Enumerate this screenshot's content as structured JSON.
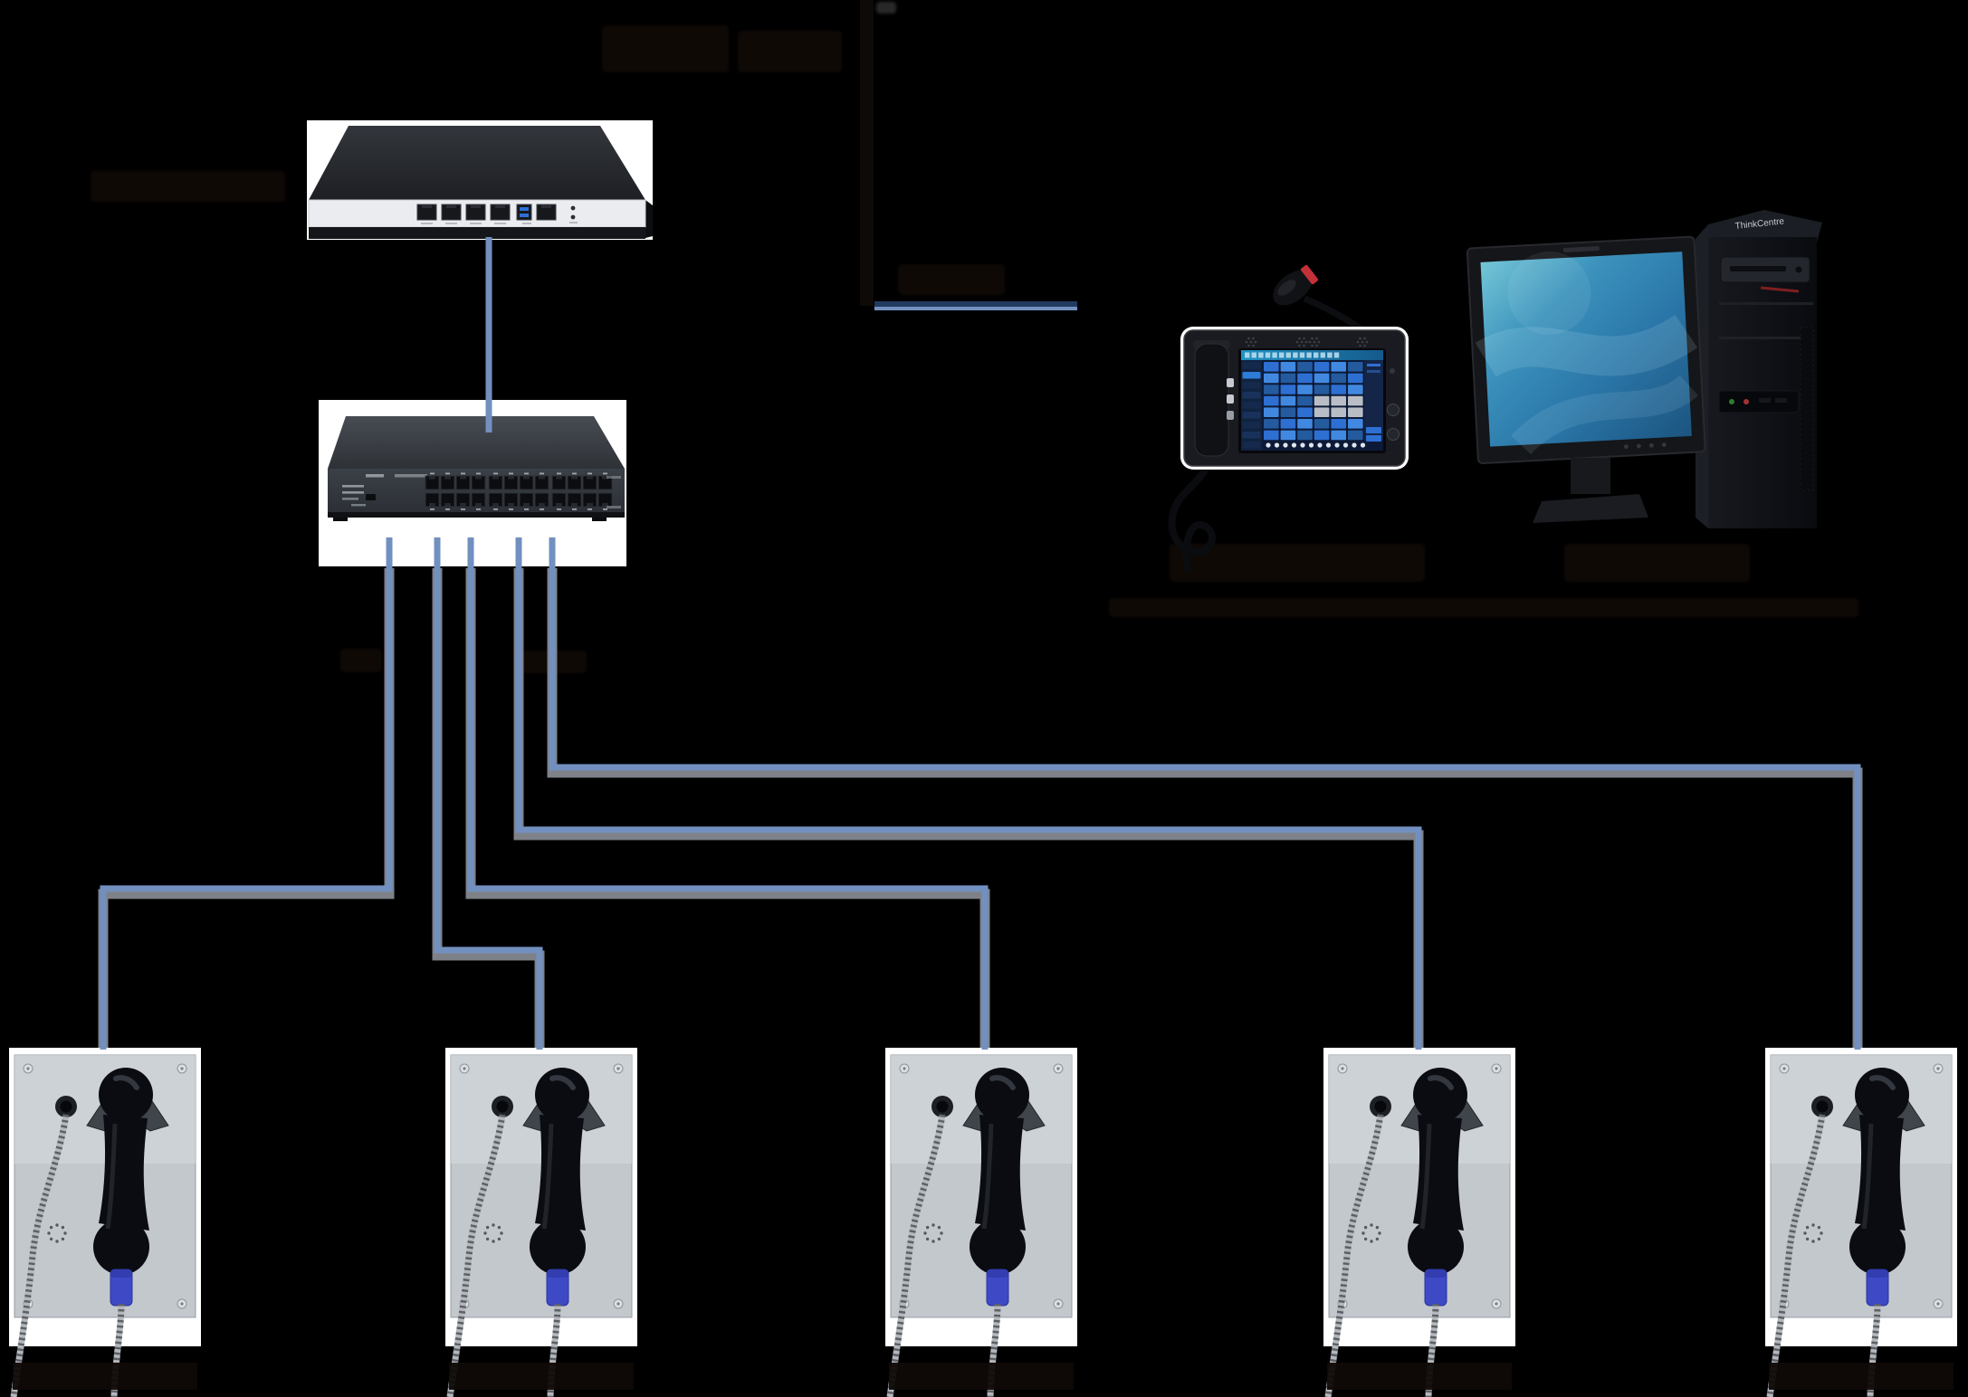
{
  "diagram": {
    "background": "#000000",
    "colors": {
      "link_blue": "#7290bf",
      "link_shadow": "#7e8288",
      "console_link_dark": "#223a60",
      "panel_white": "#ffffff",
      "steel_light": "#d6dadd",
      "steel_dark": "#b4bac0",
      "handset_black": "#0a0c11",
      "connector_blue": "#3e49c5",
      "mic_ring_red": "#c23038",
      "screen_button_blue": "#2e6fd2",
      "screen_bg_navy": "#0c1a38",
      "screen_gray_block": "#b9bec6",
      "monitor_blue_top": "#6fc3d4",
      "monitor_blue_bottom": "#1c547f",
      "chassis_dark": "#26282d",
      "switch_body": "#363b42"
    },
    "pc": {
      "badge": "ThinkCentre"
    },
    "server": {
      "rj45_ports": 5,
      "usb_stack": 1,
      "status_leds": 2
    },
    "switch": {
      "port_rows": 2,
      "port_groups": 3,
      "ports_per_group": 4
    },
    "console_screen": {
      "grid_cols": 6,
      "grid_rows": 7,
      "sidebar_rows": 9,
      "header_cells": 14,
      "bottom_icons": 12,
      "gray_block": {
        "cols": [
          3,
          4,
          5
        ],
        "rows": [
          3,
          4
        ]
      }
    },
    "phones": [
      {
        "id": "wall-phone-1"
      },
      {
        "id": "wall-phone-2"
      },
      {
        "id": "wall-phone-3"
      },
      {
        "id": "wall-phone-4"
      },
      {
        "id": "wall-phone-5"
      }
    ],
    "devices": [
      {
        "id": "ip-pbx-server",
        "type": "rack-server"
      },
      {
        "id": "ethernet-switch",
        "type": "24-port-switch"
      },
      {
        "id": "dispatch-console",
        "type": "touchscreen-phone-with-gooseneck-mic"
      },
      {
        "id": "desktop-pc",
        "type": "monitor-and-tower"
      },
      {
        "id": "wall-phone",
        "type": "stainless-wall-phone",
        "count": 5
      }
    ],
    "connections": [
      {
        "from": "ip-pbx-server",
        "to": "ethernet-switch"
      },
      {
        "from": "ethernet-switch",
        "to": "wall-phone-1"
      },
      {
        "from": "ethernet-switch",
        "to": "wall-phone-2"
      },
      {
        "from": "ethernet-switch",
        "to": "wall-phone-3"
      },
      {
        "from": "ethernet-switch",
        "to": "wall-phone-4"
      },
      {
        "from": "ethernet-switch",
        "to": "wall-phone-5"
      },
      {
        "from": "dispatch-link",
        "to": "dispatch-console"
      }
    ],
    "illegible_dark_labels_present": true
  }
}
